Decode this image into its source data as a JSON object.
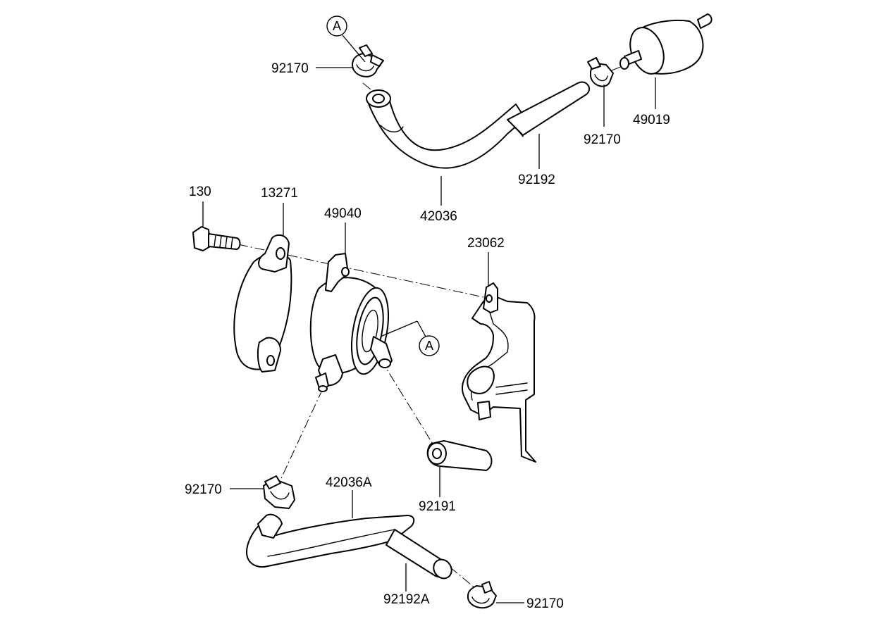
{
  "labels": {
    "clamp_top_left": "92170",
    "clamp_top_right": "92170",
    "fuel_filter": "49019",
    "hose_upper_short": "92192",
    "hose_upper": "42036",
    "bolt": "130",
    "cover": "13271",
    "fuel_pump": "49040",
    "bracket": "23062",
    "clamp_lower_left": "92170",
    "hose_lower": "42036A",
    "cap": "92191",
    "hose_lower_short": "92192A",
    "clamp_lower_right": "92170"
  },
  "refs": {
    "top": "A",
    "pump_outlet": "A"
  }
}
